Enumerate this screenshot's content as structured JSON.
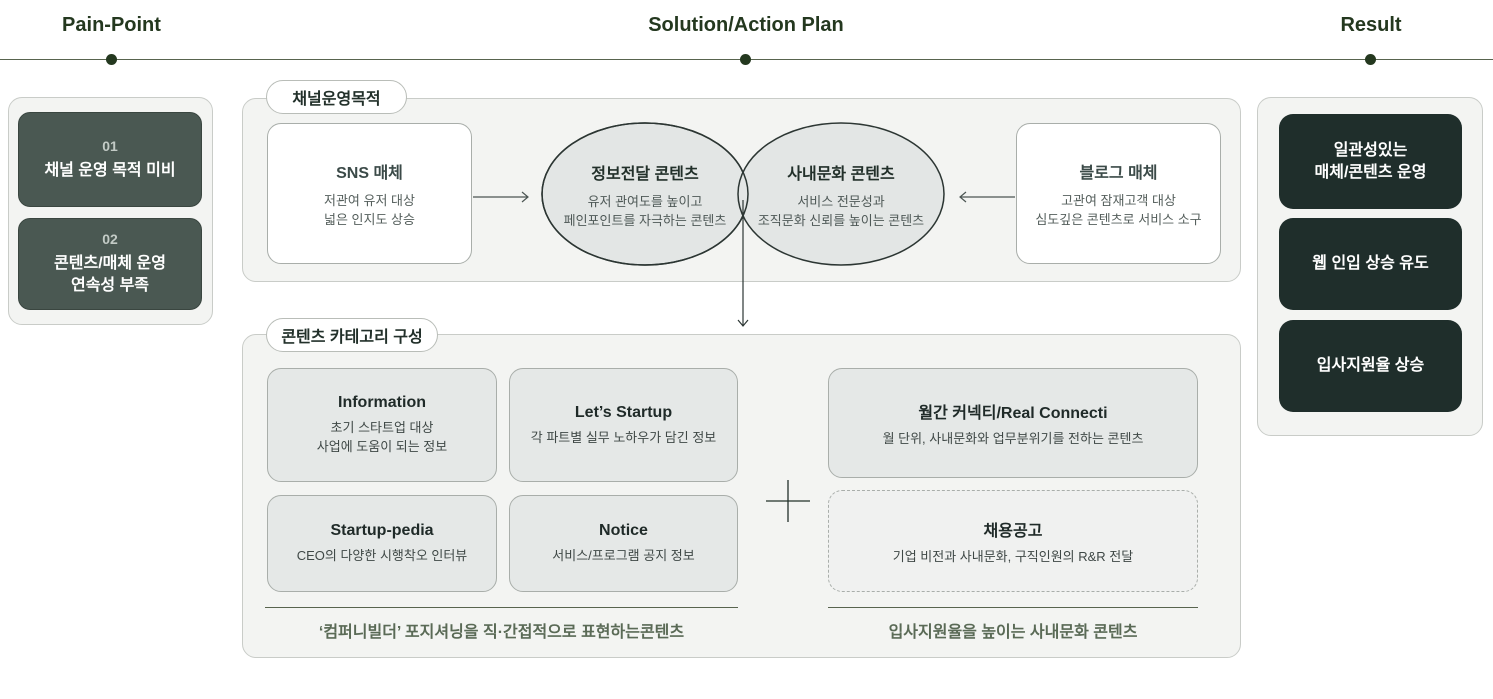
{
  "headers": {
    "pain_point": "Pain-Point",
    "solution": "Solution/Action Plan",
    "result": "Result"
  },
  "pain_points": [
    {
      "num": "01",
      "title": "채널 운영 목적 미비"
    },
    {
      "num": "02",
      "title_line1": "콘텐츠/매체 운영",
      "title_line2": "연속성 부족"
    }
  ],
  "results": [
    {
      "line1": "일관성있는",
      "line2": "매체/콘텐츠 운영"
    },
    {
      "line1": "웹 인입 상승 유도"
    },
    {
      "line1": "입사지원율 상승"
    }
  ],
  "channel": {
    "tag": "채널운영목적",
    "sns": {
      "title": "SNS 매체",
      "desc1": "저관여 유저 대상",
      "desc2": "넓은 인지도 상승"
    },
    "info_content": {
      "title": "정보전달 콘텐츠",
      "desc1": "유저 관여도를 높이고",
      "desc2": "페인포인트를 자극하는 콘텐츠"
    },
    "culture_content": {
      "title": "사내문화 콘텐츠",
      "desc1": "서비스 전문성과",
      "desc2": "조직문화 신뢰를 높이는 콘텐츠"
    },
    "blog": {
      "title": "블로그 매체",
      "desc1": "고관여 잠재고객 대상",
      "desc2": "심도깊은 콘텐츠로 서비스 소구"
    }
  },
  "category": {
    "tag": "콘텐츠 카테고리 구성",
    "information": {
      "title": "Information",
      "desc1": "초기 스타트업 대상",
      "desc2": "사업에 도움이 되는 정보"
    },
    "lets_startup": {
      "title": "Let’s Startup",
      "desc1": "각 파트별 실무 노하우가 담긴 정보"
    },
    "startup_pedia": {
      "title": "Startup-pedia",
      "desc1": "CEO의 다양한 시행착오 인터뷰"
    },
    "notice": {
      "title": "Notice",
      "desc1": "서비스/프로그램 공지 정보"
    },
    "monthly": {
      "title": "월간 커넥티/Real Connecti",
      "desc1": "월 단위, 사내문화와 업무분위기를 전하는 콘텐츠"
    },
    "recruit": {
      "title": "채용공고",
      "desc1": "기업 비전과 사내문화, 구직인원의 R&R 전달"
    },
    "footer_left": "‘컴퍼니빌더’ 포지셔닝을 직·간접적으로 표현하는콘텐츠",
    "footer_right": "입사지원율을 높이는 사내문화 콘텐츠"
  },
  "colors": {
    "dark_green": "#24381f",
    "pain_box": "#4a5852",
    "result_box": "#1f2e2b",
    "panel_bg": "#f3f4f2",
    "category_bg": "#e5e8e7"
  }
}
